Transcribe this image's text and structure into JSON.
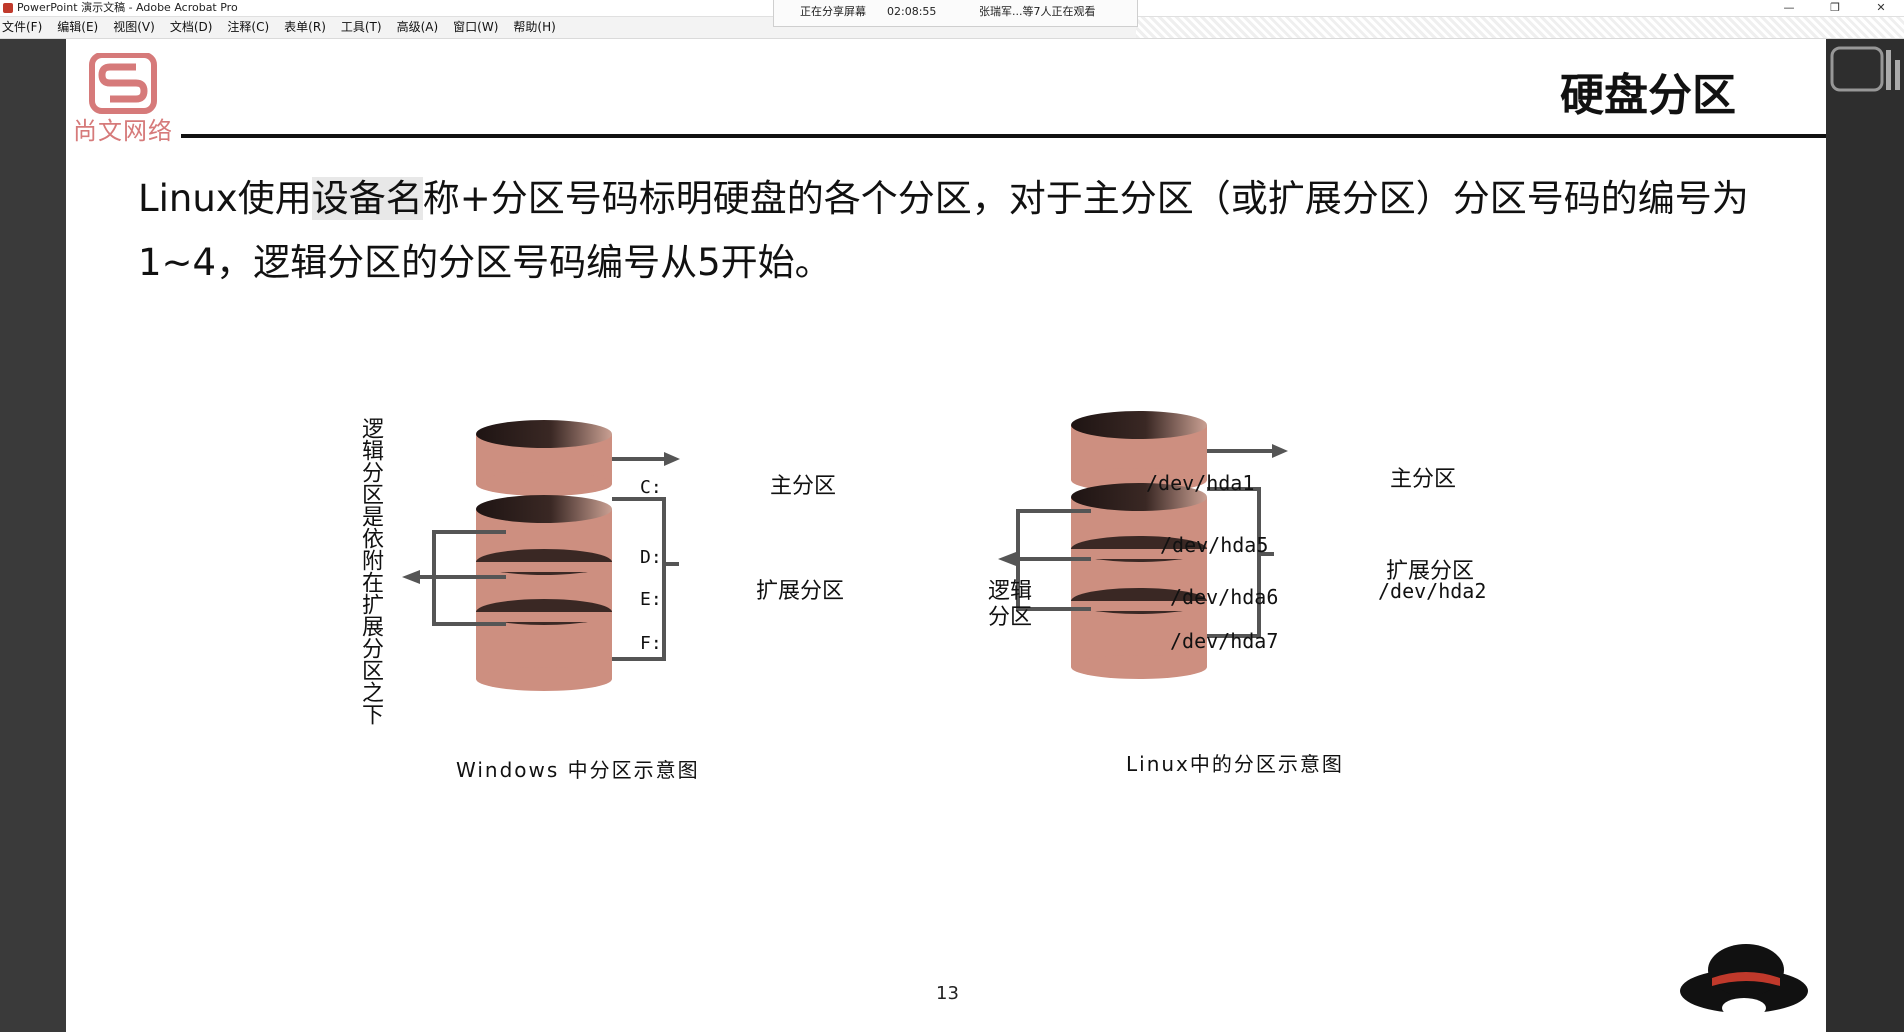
{
  "window": {
    "title": "PowerPoint 演示文稿 - Adobe Acrobat Pro",
    "controls": [
      "—",
      "❐",
      "✕"
    ]
  },
  "share_bar": {
    "status": "正在分享屏幕",
    "timer": "02:08:55",
    "viewers": "张瑞军...等7人正在观看"
  },
  "menu": {
    "items": [
      "文件(F)",
      "编辑(E)",
      "视图(V)",
      "文档(D)",
      "注释(C)",
      "表单(R)",
      "工具(T)",
      "高级(A)",
      "窗口(W)",
      "帮助(H)"
    ]
  },
  "slide": {
    "logo_text": "尚文网络",
    "title": "硬盘分区",
    "body_pre": "Linux使用",
    "body_highlight": "设备名",
    "body_post": "称+分区号码标明硬盘的各个分区，对于主分区（或扩展分区）分区号码的编号为1~4，逻辑分区的分区号码编号从5开始。",
    "page_number": "13",
    "windows_diagram": {
      "vertical_note": "逻辑分区是依附在扩展分区之下",
      "disk_labels": [
        "C:",
        "D:",
        "E:",
        "F:"
      ],
      "primary_label": "主分区",
      "extended_label": "扩展分区",
      "caption": "Windows 中分区示意图"
    },
    "linux_diagram": {
      "disk_labels": [
        "/dev/hda1",
        "/dev/hda5",
        "/dev/hda6",
        "/dev/hda7"
      ],
      "primary_label": "主分区",
      "extended_label_1": "扩展分区",
      "extended_label_2": "/dev/hda2",
      "logical_label_1": "逻辑",
      "logical_label_2": "分区",
      "caption": "Linux中的分区示意图"
    },
    "colors": {
      "disk": "#cd8f80",
      "disk_dark": "#2a1c1a",
      "logo": "#d67a7a"
    }
  }
}
